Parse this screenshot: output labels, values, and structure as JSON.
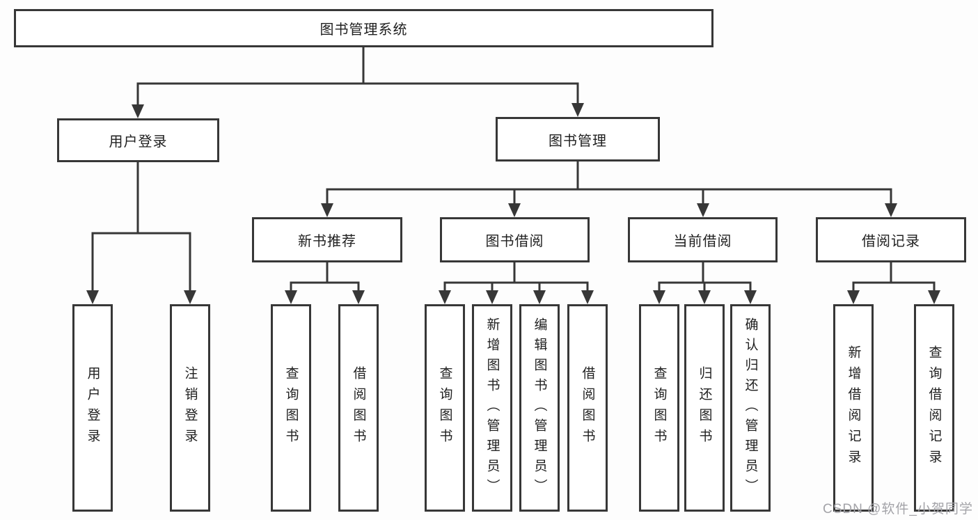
{
  "page": {
    "background": "#fdfdfd",
    "line_color": "#373737",
    "text_color": "#1f1f1f",
    "watermark_color": "#a3a3a8"
  },
  "tree": {
    "root": {
      "label": "图书管理系统"
    },
    "branches": [
      {
        "label": "用户登录",
        "children": [
          {
            "label": "用户登录"
          },
          {
            "label": "注销登录"
          }
        ]
      },
      {
        "label": "图书管理",
        "children": [
          {
            "label": "新书推荐",
            "children": [
              {
                "label": "查询图书"
              },
              {
                "label": "借阅图书"
              }
            ]
          },
          {
            "label": "图书借阅",
            "children": [
              {
                "label": "查询图书"
              },
              {
                "label": "新增图书（管理员）"
              },
              {
                "label": "编辑图书（管理员）"
              },
              {
                "label": "借阅图书"
              }
            ]
          },
          {
            "label": "当前借阅",
            "children": [
              {
                "label": "查询图书"
              },
              {
                "label": "归还图书"
              },
              {
                "label": "确认归还（管理员）"
              }
            ]
          },
          {
            "label": "借阅记录",
            "children": [
              {
                "label": "新增借阅记录"
              },
              {
                "label": "查询借阅记录"
              }
            ]
          }
        ]
      }
    ]
  },
  "watermark": "CSDN @软件_小贺同学"
}
